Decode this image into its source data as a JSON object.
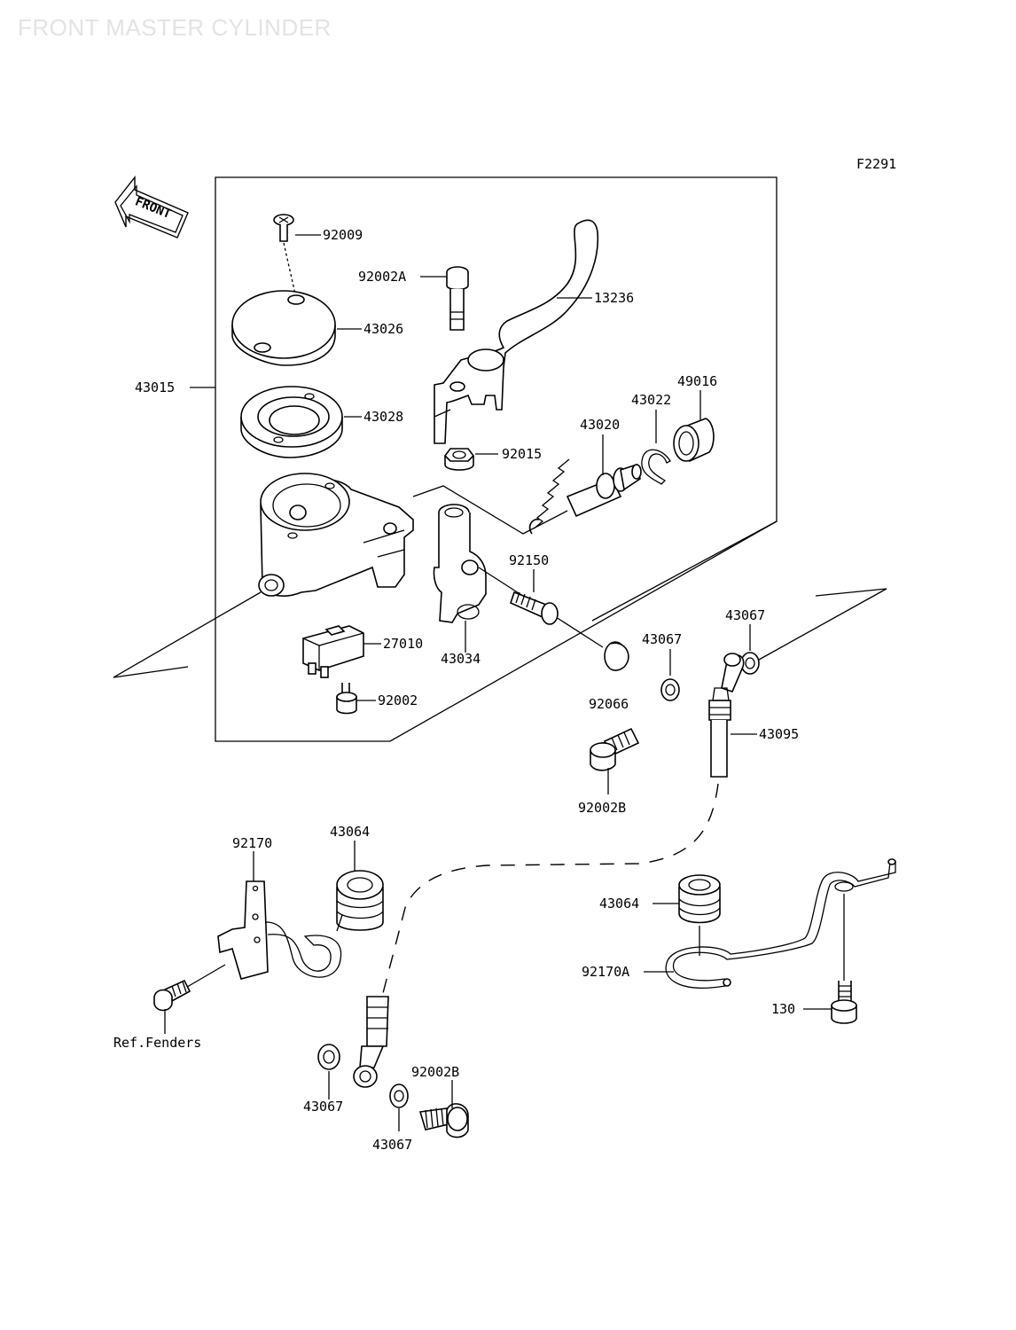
{
  "watermark": "FRONT MASTER CYLINDER",
  "figure_code": "F2291",
  "front_arrow_label": "FRONT",
  "parts": {
    "p92009": "92009",
    "p92002A": "92002A",
    "p13236": "13236",
    "p43026": "43026",
    "p43015": "43015",
    "p43028": "43028",
    "p49016": "49016",
    "p43022": "43022",
    "p43020": "43020",
    "p92015": "92015",
    "p92150": "92150",
    "p27010": "27010",
    "p43034": "43034",
    "p92002": "92002",
    "p92066": "92066",
    "p43067_a": "43067",
    "p43067_b": "43067",
    "p43095": "43095",
    "p92002B_a": "92002B",
    "p43064_a": "43064",
    "p92170": "92170",
    "p43064_b": "43064",
    "p92170A": "92170A",
    "p130": "130",
    "ref_fenders": "Ref.Fenders",
    "p43067_c": "43067",
    "p92002B_b": "92002B",
    "p43067_d": "43067"
  }
}
